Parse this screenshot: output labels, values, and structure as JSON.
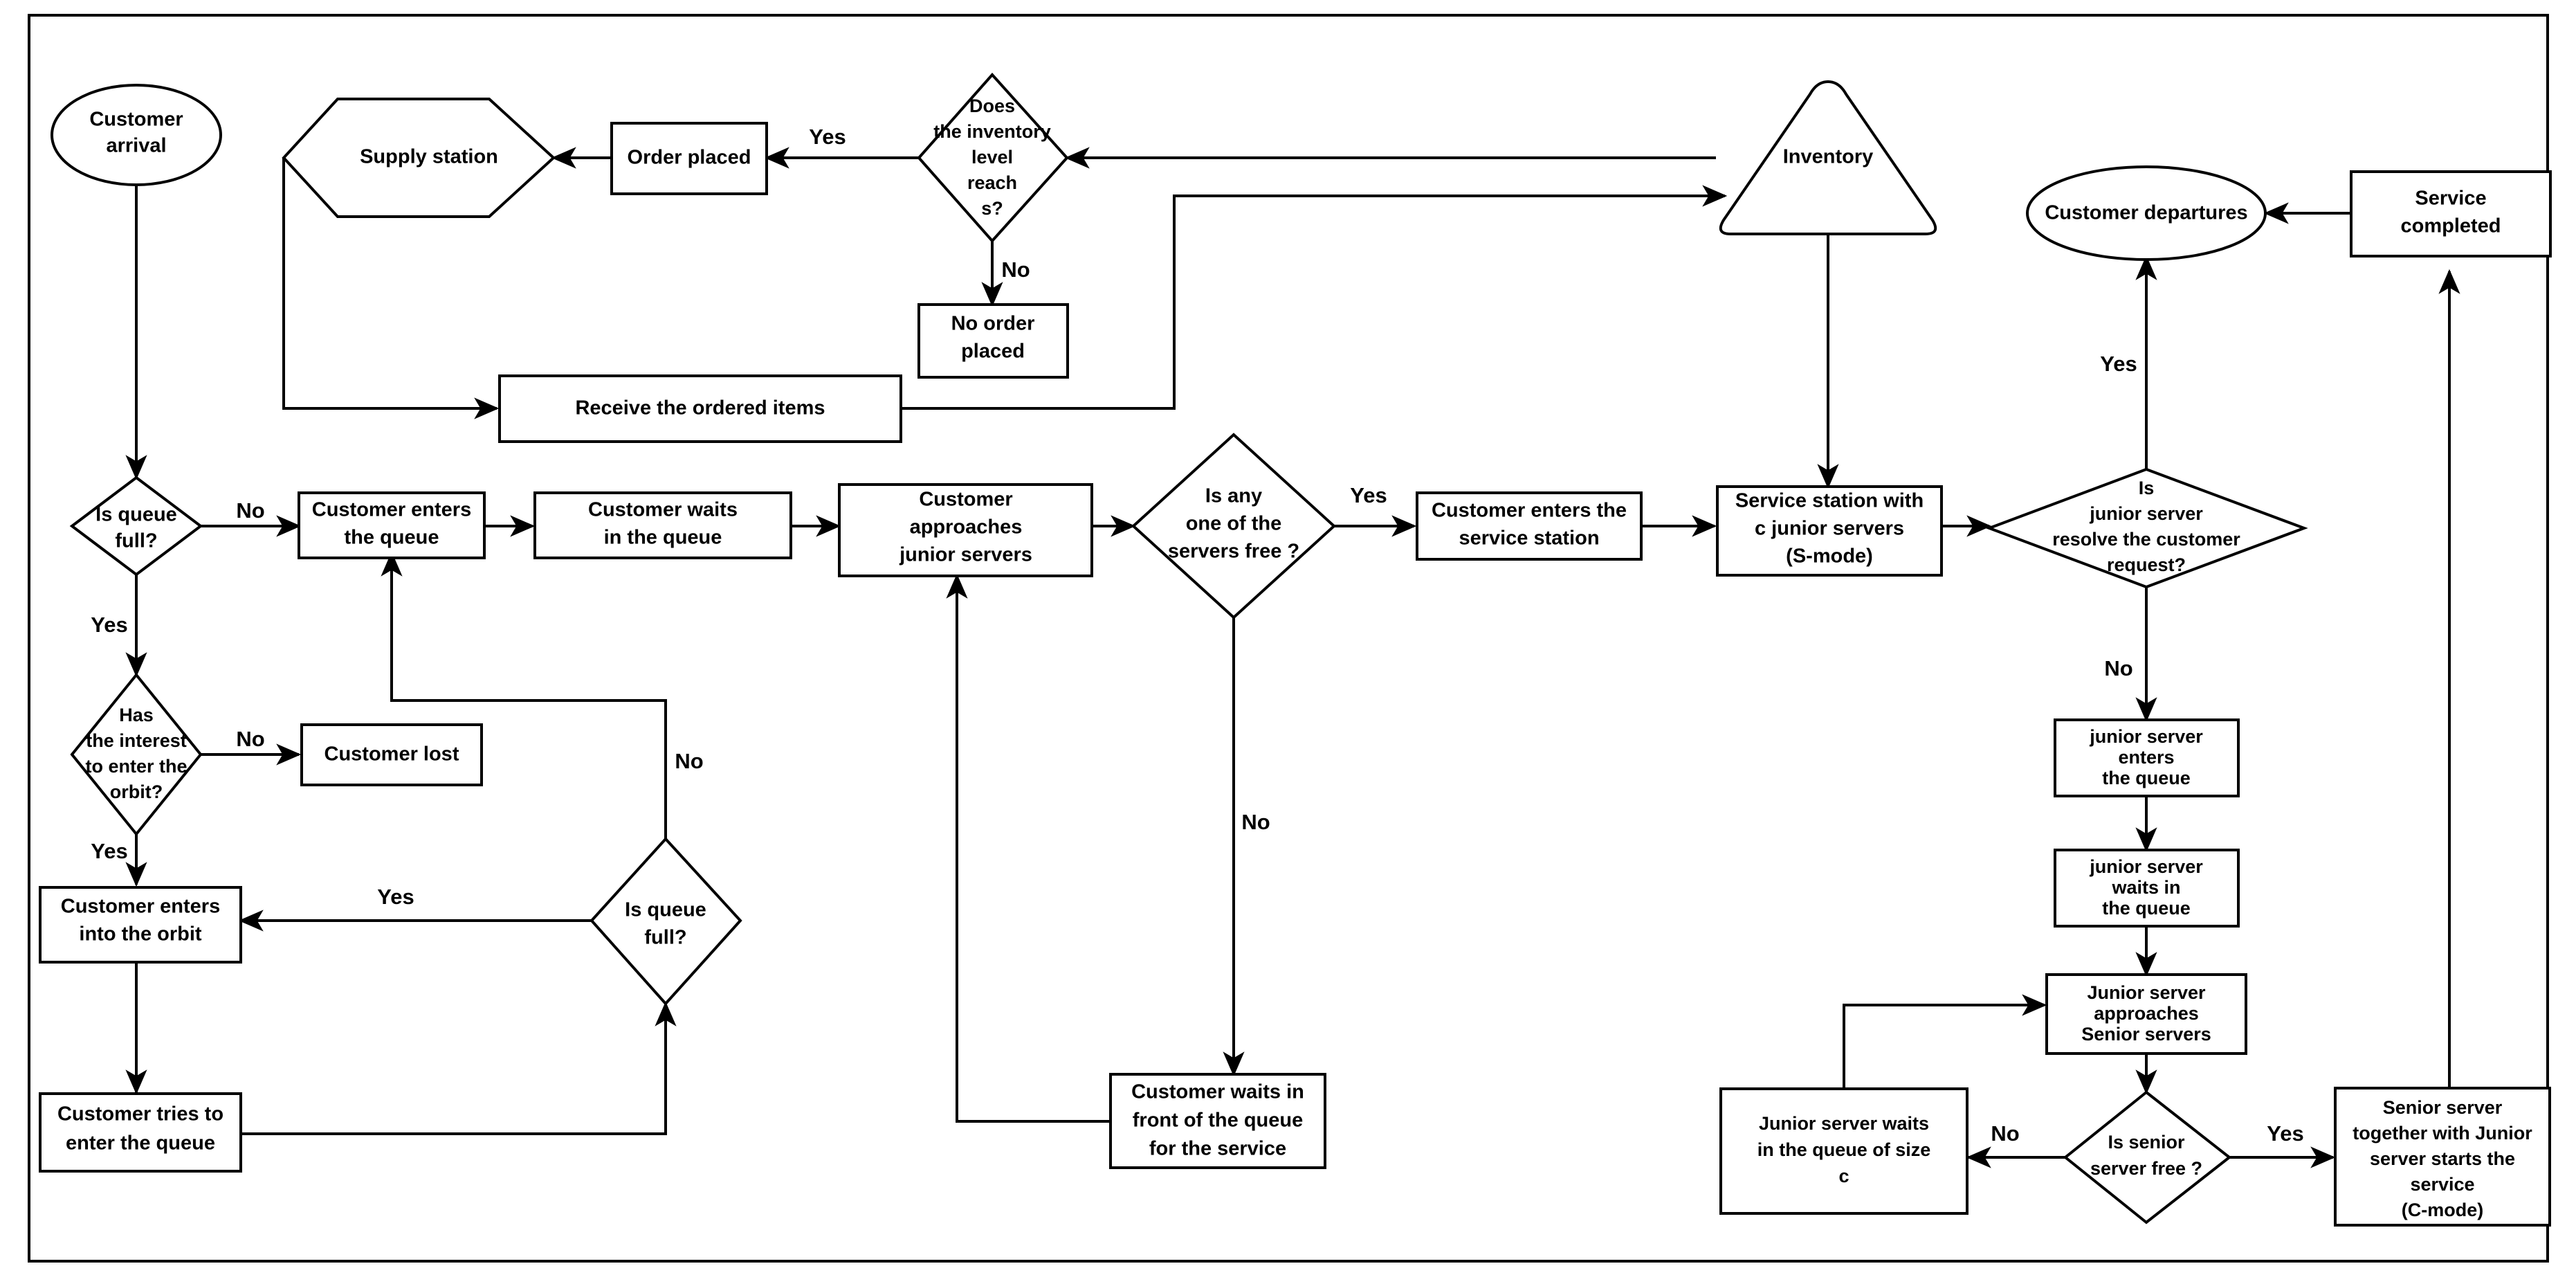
{
  "diagram": {
    "type": "flowchart",
    "title": "Queueing-inventory system with junior and senior servers",
    "border_color": "#000000",
    "background_color": "#ffffff",
    "nodes": [
      {
        "id": "customer_arrival",
        "shape": "ellipse",
        "lines": [
          "Customer",
          "arrival"
        ]
      },
      {
        "id": "supply_station",
        "shape": "hexagon",
        "lines": [
          "Supply station"
        ]
      },
      {
        "id": "order_placed",
        "shape": "rect",
        "lines": [
          "Order placed"
        ]
      },
      {
        "id": "inventory_level",
        "shape": "diamond",
        "lines": [
          "Does",
          "the inventory",
          "level",
          "reach",
          "s?"
        ]
      },
      {
        "id": "no_order_placed",
        "shape": "rect",
        "lines": [
          "No order",
          "placed"
        ]
      },
      {
        "id": "inventory",
        "shape": "triangle",
        "lines": [
          "Inventory"
        ]
      },
      {
        "id": "receive_items",
        "shape": "rect",
        "lines": [
          "Receive the ordered items"
        ]
      },
      {
        "id": "customer_departures",
        "shape": "ellipse",
        "lines": [
          "Customer departures"
        ]
      },
      {
        "id": "service_completed",
        "shape": "rect",
        "lines": [
          "Service",
          "completed"
        ]
      },
      {
        "id": "is_queue_full_1",
        "shape": "diamond",
        "lines": [
          "Is queue",
          "full?"
        ]
      },
      {
        "id": "customer_enters_queue",
        "shape": "rect",
        "lines": [
          "Customer enters",
          "the queue"
        ]
      },
      {
        "id": "customer_waits_queue",
        "shape": "rect",
        "lines": [
          "Customer waits",
          "in the queue"
        ]
      },
      {
        "id": "customer_approaches_junior",
        "shape": "rect",
        "lines": [
          "Customer",
          "approaches",
          "junior servers"
        ]
      },
      {
        "id": "any_server_free",
        "shape": "diamond",
        "lines": [
          "Is any",
          "one of the",
          "servers free ?"
        ]
      },
      {
        "id": "customer_enters_service",
        "shape": "rect",
        "lines": [
          "Customer enters the",
          "service station"
        ]
      },
      {
        "id": "service_station",
        "shape": "rect",
        "lines": [
          "Service station with",
          "c junior servers",
          "(S-mode)"
        ]
      },
      {
        "id": "junior_resolve",
        "shape": "diamond",
        "lines": [
          "Is",
          "junior server",
          "resolve the customer",
          "request?"
        ]
      },
      {
        "id": "has_interest_orbit",
        "shape": "diamond",
        "lines": [
          "Has",
          "the interest",
          "to enter the",
          "orbit?"
        ]
      },
      {
        "id": "customer_lost",
        "shape": "rect",
        "lines": [
          "Customer lost"
        ]
      },
      {
        "id": "customer_enters_orbit",
        "shape": "rect",
        "lines": [
          "Customer enters",
          "into the orbit"
        ]
      },
      {
        "id": "is_queue_full_2",
        "shape": "diamond",
        "lines": [
          "Is queue",
          "full?"
        ]
      },
      {
        "id": "customer_tries_queue",
        "shape": "rect",
        "lines": [
          "Customer tries to",
          "enter the queue"
        ]
      },
      {
        "id": "customer_waits_front",
        "shape": "rect",
        "lines": [
          "Customer waits in",
          "front of the queue",
          "for the service"
        ]
      },
      {
        "id": "junior_enters_queue",
        "shape": "rect",
        "lines": [
          "junior server",
          "enters",
          "the queue"
        ]
      },
      {
        "id": "junior_waits_queue",
        "shape": "rect",
        "lines": [
          "junior server",
          "waits in",
          "the queue"
        ]
      },
      {
        "id": "junior_approaches_senior",
        "shape": "rect",
        "lines": [
          "Junior server",
          "approaches",
          "Senior servers"
        ]
      },
      {
        "id": "senior_free",
        "shape": "diamond",
        "lines": [
          "Is senior",
          "server free ?"
        ]
      },
      {
        "id": "junior_waits_size_c",
        "shape": "rect",
        "lines": [
          "Junior server waits",
          "in the queue of size",
          "c"
        ]
      },
      {
        "id": "senior_with_junior",
        "shape": "rect",
        "lines": [
          "Senior server",
          "together with Junior",
          "server starts the",
          "service",
          "(C-mode)"
        ]
      }
    ],
    "edge_labels": [
      {
        "id": "lbl_yes_order",
        "text": "Yes"
      },
      {
        "id": "lbl_no_order",
        "text": "No"
      },
      {
        "id": "lbl_no_queue1",
        "text": "No"
      },
      {
        "id": "lbl_yes_queue1",
        "text": "Yes"
      },
      {
        "id": "lbl_no_interest",
        "text": "No"
      },
      {
        "id": "lbl_yes_interest",
        "text": "Yes"
      },
      {
        "id": "lbl_yes_queue2",
        "text": "Yes"
      },
      {
        "id": "lbl_no_queue2",
        "text": "No"
      },
      {
        "id": "lbl_yes_server_free",
        "text": "Yes"
      },
      {
        "id": "lbl_no_server_free",
        "text": "No"
      },
      {
        "id": "lbl_yes_resolve",
        "text": "Yes"
      },
      {
        "id": "lbl_no_resolve",
        "text": "No"
      },
      {
        "id": "lbl_no_senior",
        "text": "No"
      },
      {
        "id": "lbl_yes_senior",
        "text": "Yes"
      }
    ]
  }
}
